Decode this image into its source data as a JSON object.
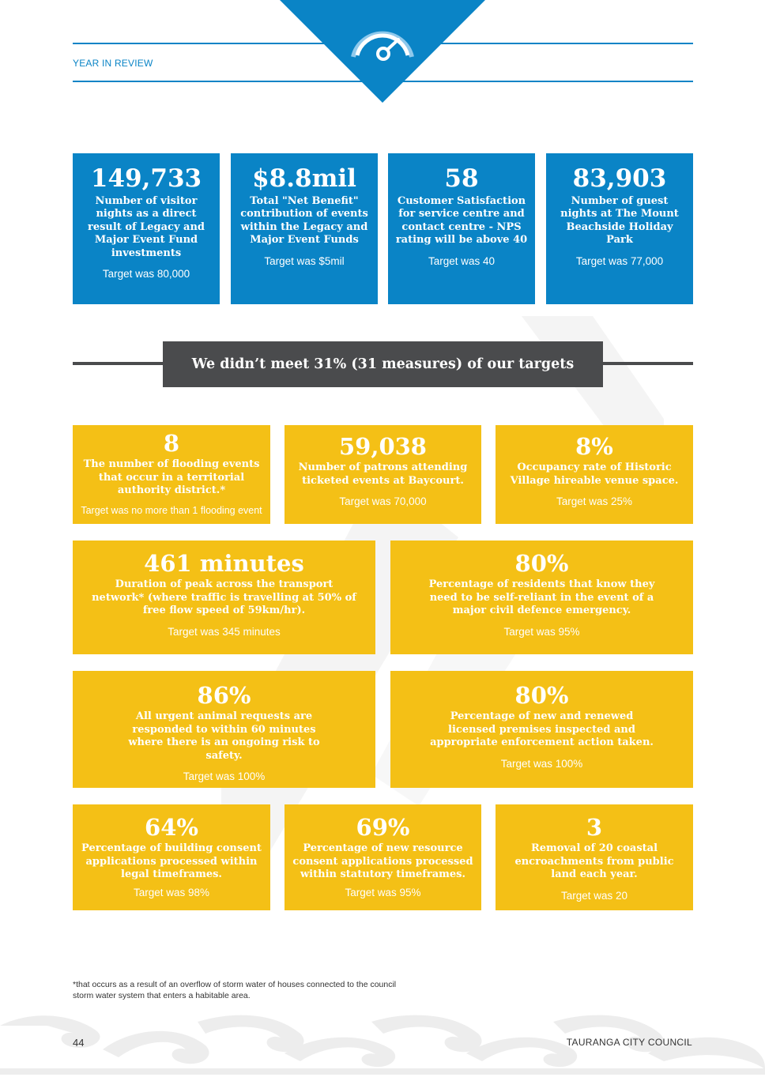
{
  "header": {
    "section_label": "YEAR IN REVIEW",
    "icon": "speedometer-icon",
    "accent_color": "#0a84c6"
  },
  "met_targets": [
    {
      "value": "149,733",
      "description": "Number of visitor nights as a direct result of Legacy and Major Event Fund investments",
      "target": "Target was 80,000"
    },
    {
      "value": "$8.8mil",
      "description": "Total \"Net Benefit\" contribution of events within the Legacy and Major Event Funds",
      "target": "Target was $5mil"
    },
    {
      "value": "58",
      "description": "Customer Satisfaction for service centre and contact centre - NPS rating will be above 40",
      "target": "Target was 40"
    },
    {
      "value": "83,903",
      "description": "Number of guest nights at The Mount Beachside Holiday Park",
      "target": "Target was 77,000"
    }
  ],
  "banner": {
    "text": "We didn’t meet 31% (31 measures) of our targets",
    "color": "#4a4b4d"
  },
  "unmet_targets": [
    {
      "value": "8",
      "description": "The number of flooding events that occur in a territorial authority district.*",
      "target": "Target was no more than 1 flooding event"
    },
    {
      "value": "59,038",
      "description": "Number of patrons attending ticketed events at Baycourt.",
      "target": "Target was 70,000"
    },
    {
      "value": "8%",
      "description": "Occupancy rate of Historic Village hireable venue space.",
      "target": "Target was 25%"
    },
    {
      "value": "461 minutes",
      "description": "Duration of peak across the transport network* (where traffic is travelling at 50% of free flow speed of 59km/hr).",
      "target": "Target was 345 minutes"
    },
    {
      "value": "80%",
      "description": "Percentage of residents that know they need to be self-reliant in the event of a major civil defence emergency.",
      "target": "Target was 95%"
    },
    {
      "value": "86%",
      "description": "All urgent animal requests are responded to within 60 minutes where there is an ongoing risk to safety.",
      "target": "Target was 100%"
    },
    {
      "value": "80%",
      "description": "Percentage of new and renewed licensed premises inspected and appropriate enforcement action taken.",
      "target": "Target was 100%"
    },
    {
      "value": "64%",
      "description": "Percentage of building consent applications processed within legal timeframes.",
      "target": "Target was 98%"
    },
    {
      "value": "69%",
      "description": "Percentage of new resource consent applications processed within statutory timeframes.",
      "target": "Target was 95%"
    },
    {
      "value": "3",
      "description": "Removal of 20 coastal encroachments from public land each year.",
      "target": "Target was 20"
    }
  ],
  "colors": {
    "met": "#0a84c6",
    "unmet": "#f4c016"
  },
  "footnote": "*that occurs as a result of an overflow of storm water of houses connected to the council storm water system that enters a habitable area.",
  "footer": {
    "page_number": "44",
    "organization": "TAURANGA CITY COUNCIL"
  }
}
